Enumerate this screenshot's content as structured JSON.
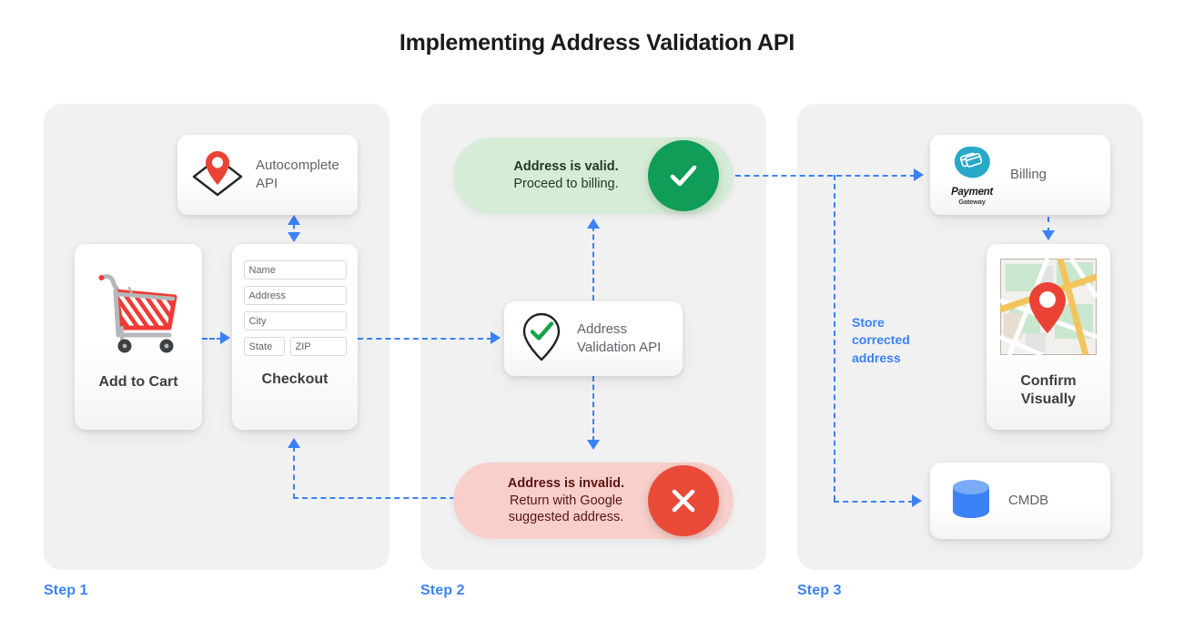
{
  "title": "Implementing Address Validation API",
  "colors": {
    "accent_blue": "#3b82f6",
    "panel_bg": "#f1f1f1",
    "valid_pill_bg": "#d6ecd7",
    "valid_badge": "#0f9d58",
    "invalid_pill_bg": "#f8cfcb",
    "invalid_badge": "#ea4b39",
    "pin_red": "#ea4335",
    "cmdb_blue": "#3b82f6",
    "payment_gateway_teal": "#28a9c8"
  },
  "steps": [
    {
      "label": "Step 1",
      "nodes": {
        "autocomplete": {
          "name": "autocomplete-api",
          "label": "Autocomplete API",
          "icon": "map-pin-diamond-icon"
        },
        "add_to_cart": {
          "name": "add-to-cart",
          "title": "Add to Cart",
          "icon": "shopping-cart-icon"
        },
        "checkout": {
          "name": "checkout",
          "title": "Checkout",
          "icon": "address-form-icon",
          "fields": [
            {
              "name": "name-field",
              "placeholder": "Name"
            },
            {
              "name": "address-field",
              "placeholder": "Address"
            },
            {
              "name": "city-field",
              "placeholder": "City"
            },
            {
              "name": "state-field",
              "placeholder": "State"
            },
            {
              "name": "zip-field",
              "placeholder": "ZIP"
            }
          ]
        }
      }
    },
    {
      "label": "Step 2",
      "nodes": {
        "valid": {
          "name": "address-valid-pill",
          "strong": "Address is valid.",
          "sub": "Proceed to billing.",
          "icon": "check-circle-icon"
        },
        "validation_api": {
          "name": "address-validation-api",
          "label": "Address Validation API",
          "icon": "map-pin-check-icon"
        },
        "invalid": {
          "name": "address-invalid-pill",
          "strong": "Address is invalid.",
          "sub_line1": "Return with Google",
          "sub_line2": "suggested address.",
          "icon": "x-circle-icon"
        }
      }
    },
    {
      "label": "Step 3",
      "nodes": {
        "billing": {
          "name": "billing",
          "label": "Billing",
          "icon": "payment-gateway-logo",
          "logo_word": "Payment",
          "logo_sub": "Gateway"
        },
        "confirm": {
          "name": "confirm-visually",
          "title_line1": "Confirm",
          "title_line2": "Visually",
          "icon": "map-thumbnail-icon"
        },
        "cmdb": {
          "name": "cmdb",
          "label": "CMDB",
          "icon": "database-cylinder-icon"
        },
        "store_note": {
          "name": "store-corrected-address-note",
          "line1": "Store",
          "line2": "corrected",
          "line3": "address"
        }
      }
    }
  ]
}
